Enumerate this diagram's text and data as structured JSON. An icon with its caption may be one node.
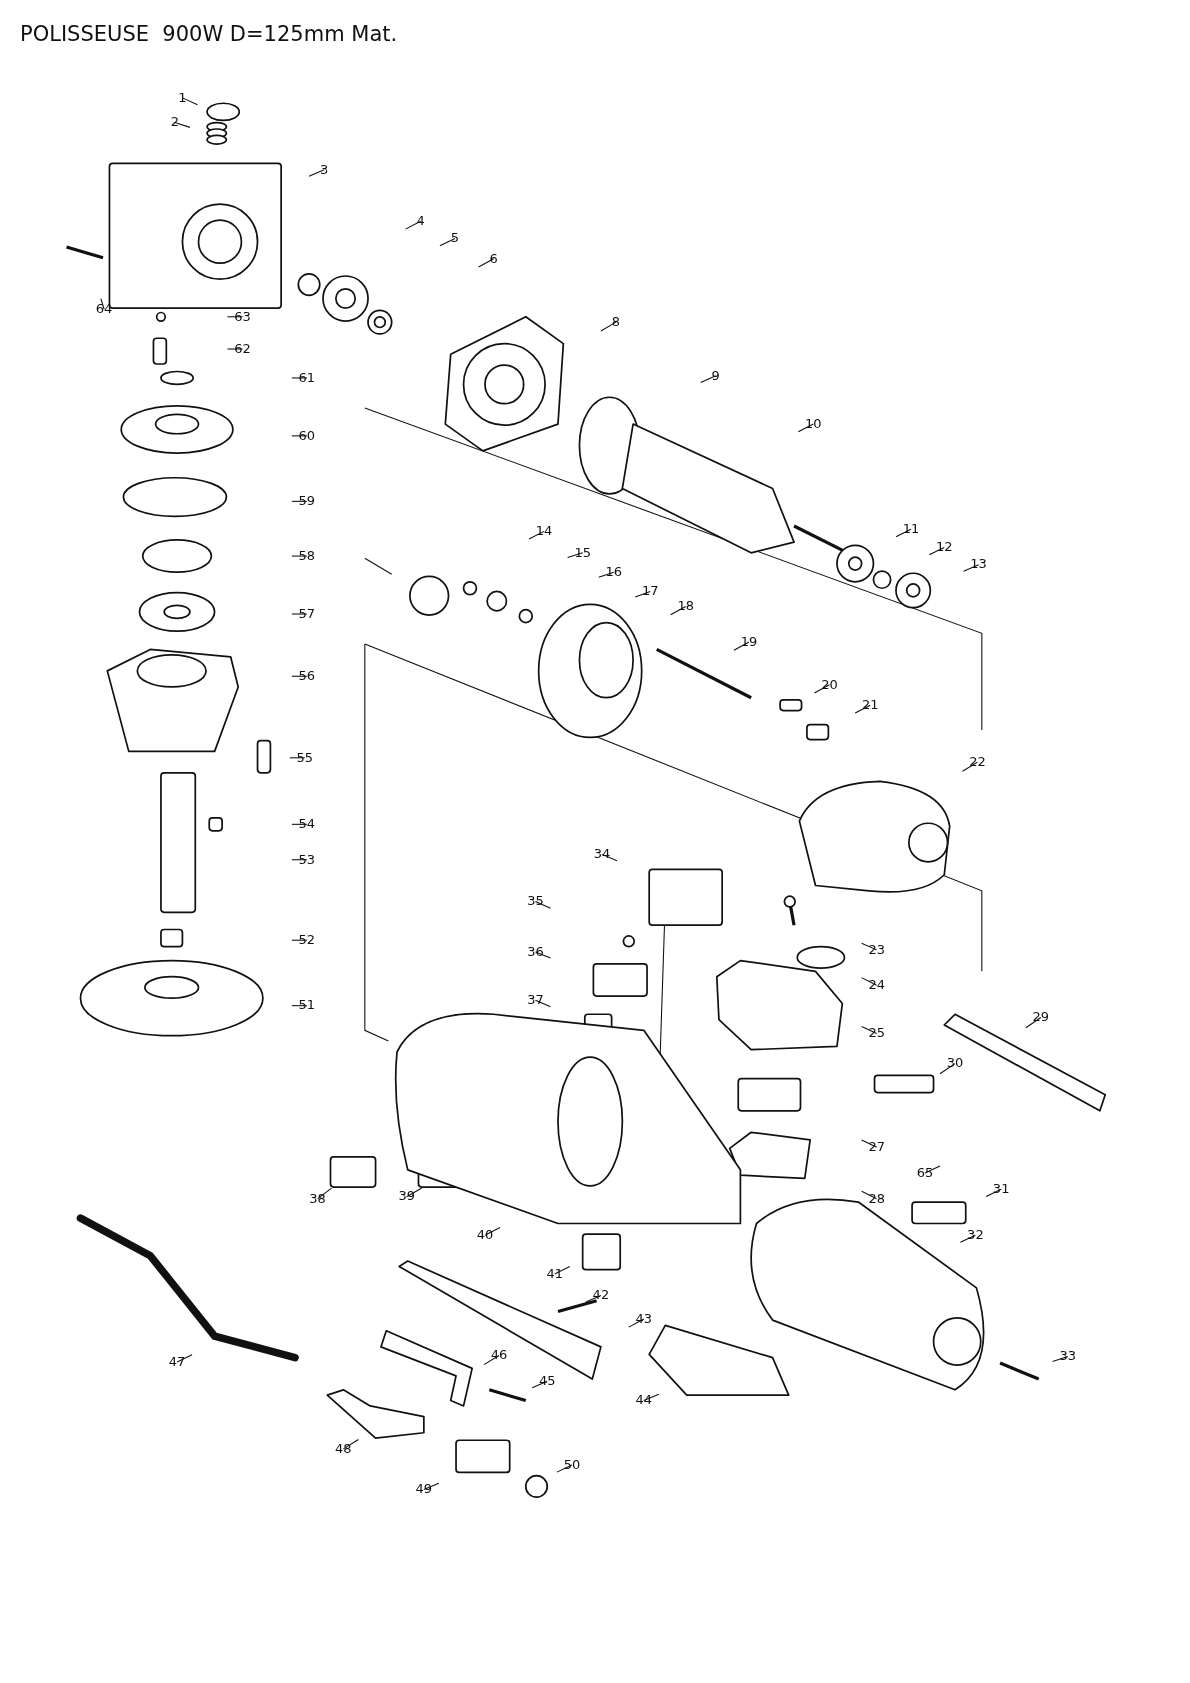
{
  "diagram": {
    "title": "POLISSEUSE  900W D=125mm Mat.",
    "nodes": [
      {
        "text": [
          "1"
        ]
      },
      {
        "text": [
          "2"
        ]
      },
      {
        "text": [
          "3"
        ]
      },
      {
        "text": [
          "4"
        ]
      },
      {
        "text": [
          "5"
        ]
      },
      {
        "text": [
          "6"
        ]
      },
      {
        "text": [
          "8"
        ]
      },
      {
        "text": [
          "9"
        ]
      },
      {
        "text": [
          "10"
        ]
      },
      {
        "text": [
          "11"
        ]
      },
      {
        "text": [
          "12"
        ]
      },
      {
        "text": [
          "13"
        ]
      },
      {
        "text": [
          "14"
        ]
      },
      {
        "text": [
          "15"
        ]
      },
      {
        "text": [
          "16"
        ]
      },
      {
        "text": [
          "17"
        ]
      },
      {
        "text": [
          "18"
        ]
      },
      {
        "text": [
          "19"
        ]
      },
      {
        "text": [
          "20"
        ]
      },
      {
        "text": [
          "21"
        ]
      },
      {
        "text": [
          "22"
        ]
      },
      {
        "text": [
          "23"
        ]
      },
      {
        "text": [
          "24"
        ]
      },
      {
        "text": [
          "25"
        ]
      },
      {
        "text": [
          "27"
        ]
      },
      {
        "text": [
          "28"
        ]
      },
      {
        "text": [
          "29"
        ]
      },
      {
        "text": [
          "30"
        ]
      },
      {
        "text": [
          "31"
        ]
      },
      {
        "text": [
          "32"
        ]
      },
      {
        "text": [
          "33"
        ]
      },
      {
        "text": [
          "34"
        ]
      },
      {
        "text": [
          "35"
        ]
      },
      {
        "text": [
          "36"
        ]
      },
      {
        "text": [
          "37"
        ]
      },
      {
        "text": [
          "38"
        ]
      },
      {
        "text": [
          "39"
        ]
      },
      {
        "text": [
          "40"
        ]
      },
      {
        "text": [
          "41"
        ]
      },
      {
        "text": [
          "42"
        ]
      },
      {
        "text": [
          "43"
        ]
      },
      {
        "text": [
          "44"
        ]
      },
      {
        "text": [
          "45"
        ]
      },
      {
        "text": [
          "46"
        ]
      },
      {
        "text": [
          "47"
        ]
      },
      {
        "text": [
          "48"
        ]
      },
      {
        "text": [
          "49"
        ]
      },
      {
        "text": [
          "50"
        ]
      },
      {
        "text": [
          "51"
        ]
      },
      {
        "text": [
          "52"
        ]
      },
      {
        "text": [
          "53"
        ]
      },
      {
        "text": [
          "54"
        ]
      },
      {
        "text": [
          "55"
        ]
      },
      {
        "text": [
          "56"
        ]
      },
      {
        "text": [
          "57"
        ]
      },
      {
        "text": [
          "58"
        ]
      },
      {
        "text": [
          "59"
        ]
      },
      {
        "text": [
          "60"
        ]
      },
      {
        "text": [
          "61"
        ]
      },
      {
        "text": [
          "62"
        ]
      },
      {
        "text": [
          "63"
        ]
      },
      {
        "text": [
          "64"
        ]
      },
      {
        "text": [
          "65"
        ]
      }
    ],
    "edges": [
      {
        "from": 0,
        "to": null,
        "arrow": "none"
      },
      {
        "from": 1,
        "to": null,
        "arrow": "none"
      },
      {
        "from": 2,
        "to": null,
        "arrow": "none"
      },
      {
        "from": 3,
        "to": null,
        "arrow": "none"
      },
      {
        "from": 4,
        "to": null,
        "arrow": "none"
      },
      {
        "from": 5,
        "to": null,
        "arrow": "none"
      },
      {
        "from": 6,
        "to": null,
        "arrow": "none"
      },
      {
        "from": 7,
        "to": null,
        "arrow": "none"
      },
      {
        "from": 8,
        "to": null,
        "arrow": "none"
      },
      {
        "from": 9,
        "to": null,
        "arrow": "none"
      },
      {
        "from": 10,
        "to": null,
        "arrow": "none"
      },
      {
        "from": 11,
        "to": null,
        "arrow": "none"
      },
      {
        "from": 12,
        "to": null,
        "arrow": "none"
      },
      {
        "from": 13,
        "to": null,
        "arrow": "none"
      },
      {
        "from": 14,
        "to": null,
        "arrow": "none"
      },
      {
        "from": 15,
        "to": null,
        "arrow": "none"
      },
      {
        "from": 16,
        "to": null,
        "arrow": "none"
      },
      {
        "from": 17,
        "to": null,
        "arrow": "none"
      },
      {
        "from": 18,
        "to": null,
        "arrow": "none"
      },
      {
        "from": 19,
        "to": null,
        "arrow": "none"
      },
      {
        "from": 20,
        "to": null,
        "arrow": "none"
      },
      {
        "from": 21,
        "to": null,
        "arrow": "none"
      },
      {
        "from": 22,
        "to": null,
        "arrow": "none"
      },
      {
        "from": 23,
        "to": null,
        "arrow": "none"
      },
      {
        "from": 24,
        "to": null,
        "arrow": "none"
      },
      {
        "from": 25,
        "to": null,
        "arrow": "none"
      },
      {
        "from": 26,
        "to": null,
        "arrow": "none"
      },
      {
        "from": 27,
        "to": null,
        "arrow": "none"
      },
      {
        "from": 28,
        "to": null,
        "arrow": "none"
      },
      {
        "from": 29,
        "to": null,
        "arrow": "none"
      },
      {
        "from": 30,
        "to": null,
        "arrow": "none"
      },
      {
        "from": 31,
        "to": null,
        "arrow": "none"
      },
      {
        "from": 32,
        "to": null,
        "arrow": "none"
      },
      {
        "from": 33,
        "to": null,
        "arrow": "none"
      },
      {
        "from": 34,
        "to": null,
        "arrow": "none"
      },
      {
        "from": 35,
        "to": null,
        "arrow": "none"
      },
      {
        "from": 36,
        "to": null,
        "arrow": "none"
      },
      {
        "from": 37,
        "to": null,
        "arrow": "none"
      },
      {
        "from": 38,
        "to": null,
        "arrow": "none"
      },
      {
        "from": 39,
        "to": null,
        "arrow": "none"
      },
      {
        "from": 40,
        "to": null,
        "arrow": "none"
      },
      {
        "from": 41,
        "to": null,
        "arrow": "none"
      },
      {
        "from": 42,
        "to": null,
        "arrow": "none"
      },
      {
        "from": 43,
        "to": null,
        "arrow": "none"
      },
      {
        "from": 44,
        "to": null,
        "arrow": "none"
      },
      {
        "from": 45,
        "to": null,
        "arrow": "none"
      },
      {
        "from": 46,
        "to": null,
        "arrow": "none"
      },
      {
        "from": 47,
        "to": null,
        "arrow": "none"
      },
      {
        "from": 48,
        "to": null,
        "arrow": "none"
      },
      {
        "from": 49,
        "to": null,
        "arrow": "none"
      },
      {
        "from": 50,
        "to": null,
        "arrow": "none"
      },
      {
        "from": 51,
        "to": null,
        "arrow": "none"
      },
      {
        "from": 52,
        "to": null,
        "arrow": "none"
      },
      {
        "from": 53,
        "to": null,
        "arrow": "none"
      },
      {
        "from": 54,
        "to": null,
        "arrow": "none"
      },
      {
        "from": 55,
        "to": null,
        "arrow": "none"
      },
      {
        "from": 56,
        "to": null,
        "arrow": "none"
      },
      {
        "from": 57,
        "to": null,
        "arrow": "none"
      },
      {
        "from": 58,
        "to": null,
        "arrow": "none"
      },
      {
        "from": 59,
        "to": null,
        "arrow": "none"
      },
      {
        "from": 60,
        "to": null,
        "arrow": "none"
      },
      {
        "from": 61,
        "to": null,
        "arrow": "none"
      },
      {
        "from": 62,
        "to": null,
        "arrow": "none"
      }
    ]
  }
}
